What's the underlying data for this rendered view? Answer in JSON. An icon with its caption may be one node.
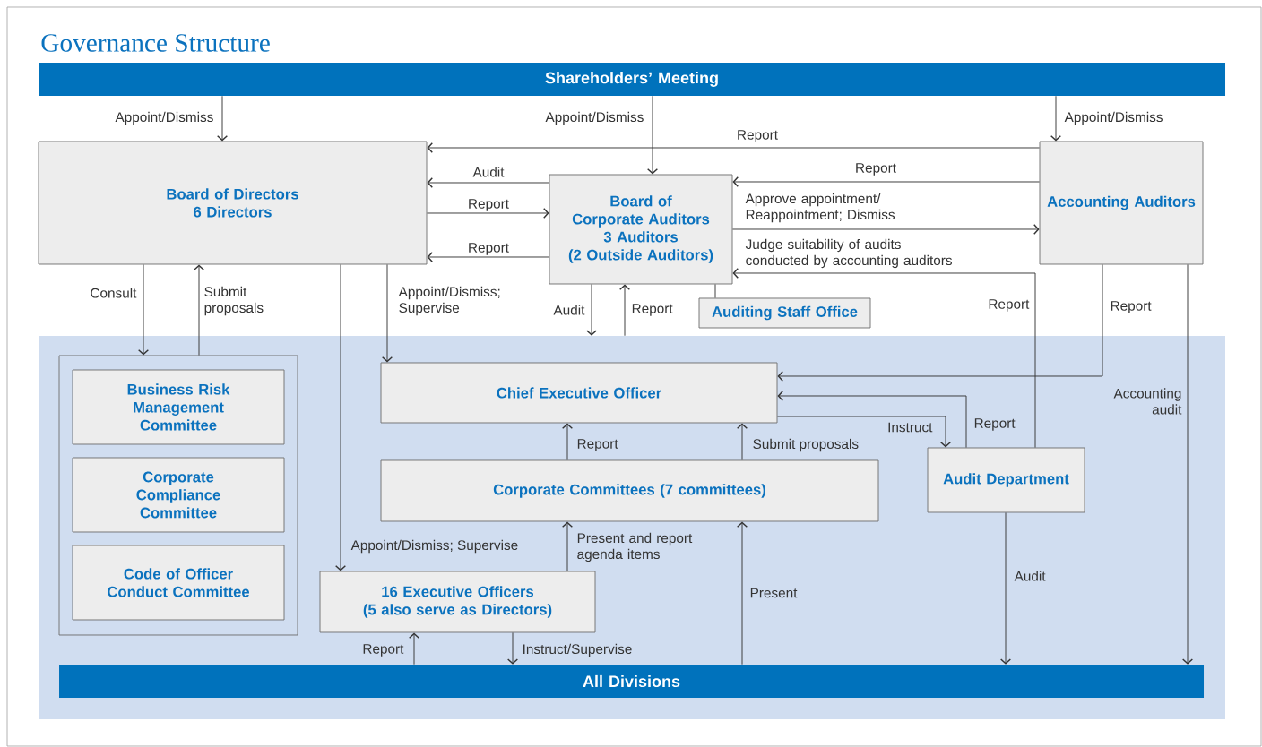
{
  "diagram": {
    "title": "Governance Structure",
    "nodes": [
      {
        "text": [
          "Shareholders’ Meeting"
        ]
      },
      {
        "text": [
          "Board of Directors",
          "6 Directors"
        ]
      },
      {
        "text": [
          "Board of Corporate Auditors",
          "3 Auditors",
          "(2 Outside Auditors)"
        ]
      },
      {
        "text": [
          "Accounting Auditors"
        ]
      },
      {
        "text": [
          "Auditing Staff Office"
        ]
      },
      {
        "text": [],
        "shape": "box"
      },
      {
        "text": [],
        "shape": "box",
        "in": 5
      },
      {
        "text": [
          "Business Risk Management Committee"
        ],
        "in": 6
      },
      {
        "text": [
          "Corporate Compliance Committee"
        ],
        "in": 6
      },
      {
        "text": [
          "Code of Officer Conduct Committee"
        ],
        "in": 6
      },
      {
        "text": [
          "Chief Executive Officer"
        ],
        "in": 5
      },
      {
        "text": [
          "Corporate Committees (7 committees)"
        ],
        "in": 5
      },
      {
        "text": [
          "Audit Department"
        ],
        "in": 5
      },
      {
        "text": [
          "16 Executive Officers",
          "(5 also serve as Directors)"
        ],
        "in": 5
      },
      {
        "text": [
          "All Divisions"
        ],
        "in": 5
      }
    ],
    "edges": [
      {
        "from": 0,
        "to": 1,
        "arrow": "to",
        "label": "Appoint/Dismiss"
      },
      {
        "from": 0,
        "to": 2,
        "arrow": "to",
        "label": "Appoint/Dismiss"
      },
      {
        "from": 0,
        "to": 3,
        "arrow": "to",
        "label": "Appoint/Dismiss"
      },
      {
        "from": 3,
        "to": 1,
        "arrow": "to",
        "label": "Report"
      },
      {
        "from": 2,
        "to": 1,
        "arrow": "to",
        "label": "Audit"
      },
      {
        "from": 1,
        "to": 2,
        "arrow": "to",
        "label": "Report"
      },
      {
        "from": 2,
        "to": 1,
        "arrow": "to",
        "label": "Report"
      },
      {
        "from": 3,
        "to": 2,
        "arrow": "to",
        "label": "Report"
      },
      {
        "from": 2,
        "to": 3,
        "arrow": "to",
        "label": "Approve appointment/ Reappointment; Dismiss"
      },
      {
        "from": 12,
        "to": 2,
        "arrow": "to",
        "label": "Report"
      },
      {
        "from": 2,
        "to": 4,
        "arrow": "none"
      },
      {
        "from": 1,
        "to": 6,
        "arrow": "to",
        "label": "Consult"
      },
      {
        "from": 6,
        "to": 1,
        "arrow": "to",
        "label": "Submit proposals"
      },
      {
        "from": 1,
        "to": 13,
        "arrow": "to",
        "label": "Appoint/Dismiss; Supervise"
      },
      {
        "from": 1,
        "to": 10,
        "arrow": "to",
        "label": "Appoint/Dismiss; Supervise"
      },
      {
        "from": 2,
        "to": 5,
        "arrow": "to",
        "label": "Audit"
      },
      {
        "from": 5,
        "to": 2,
        "arrow": "to",
        "label": "Report"
      },
      {
        "from": 3,
        "to": 10,
        "arrow": "to",
        "label": "Report"
      },
      {
        "from": 3,
        "to": 14,
        "arrow": "to",
        "label": "Accounting audit"
      },
      {
        "from": 12,
        "to": 10,
        "arrow": "to",
        "label": "Report"
      },
      {
        "from": 10,
        "to": 12,
        "arrow": "to",
        "label": "Instruct"
      },
      {
        "from": 11,
        "to": 10,
        "arrow": "to",
        "label": "Report"
      },
      {
        "from": 11,
        "to": 10,
        "arrow": "to",
        "label": "Submit proposals"
      },
      {
        "from": 13,
        "to": 11,
        "arrow": "to",
        "label": "Present and report agenda items"
      },
      {
        "from": 14,
        "to": 11,
        "arrow": "to",
        "label": "Present"
      },
      {
        "from": 14,
        "to": 13,
        "arrow": "to",
        "label": "Report"
      },
      {
        "from": 13,
        "to": 14,
        "arrow": "to",
        "label": "Instruct/Supervise"
      },
      {
        "from": 12,
        "to": 14,
        "arrow": "to",
        "label": "Audit"
      }
    ],
    "labels": [
      "Judge suitability of audits conducted by accounting auditors"
    ]
  }
}
